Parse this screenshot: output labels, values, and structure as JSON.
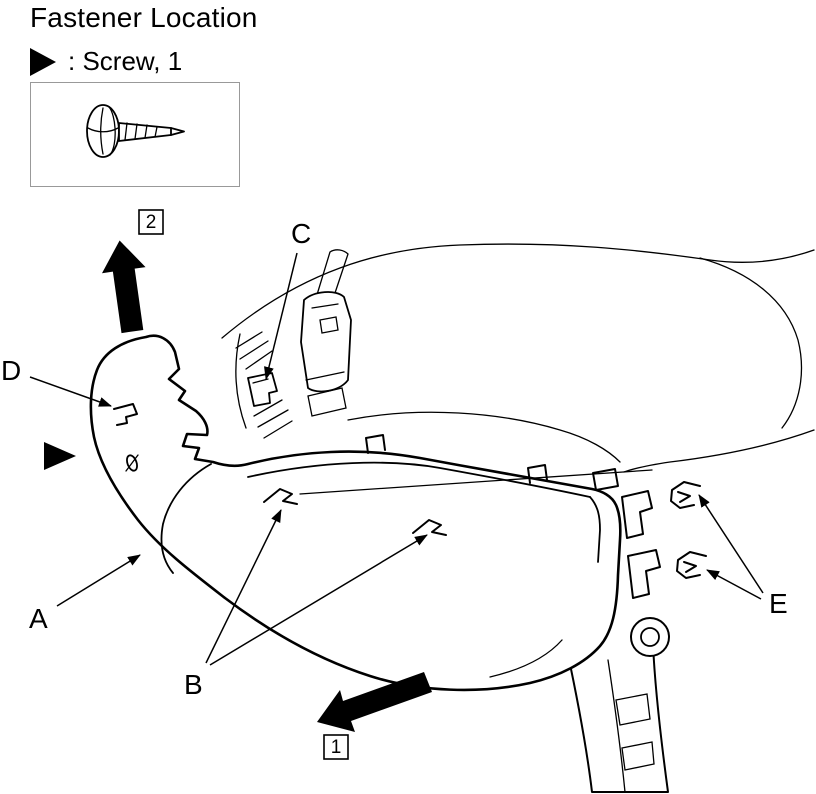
{
  "title": "Fastener Location",
  "legend": {
    "label": ": Screw, 1"
  },
  "callouts": {
    "A": "A",
    "B": "B",
    "C": "C",
    "D": "D",
    "E": "E"
  },
  "steps": {
    "step1": "1",
    "step2": "2"
  },
  "icons": {
    "screw_marker": "right-pointing-filled-triangle",
    "screw": "phillips-pan-head-screw"
  },
  "colors": {
    "foreground": "#000000",
    "background": "#ffffff",
    "legend_box_border": "#999999"
  }
}
